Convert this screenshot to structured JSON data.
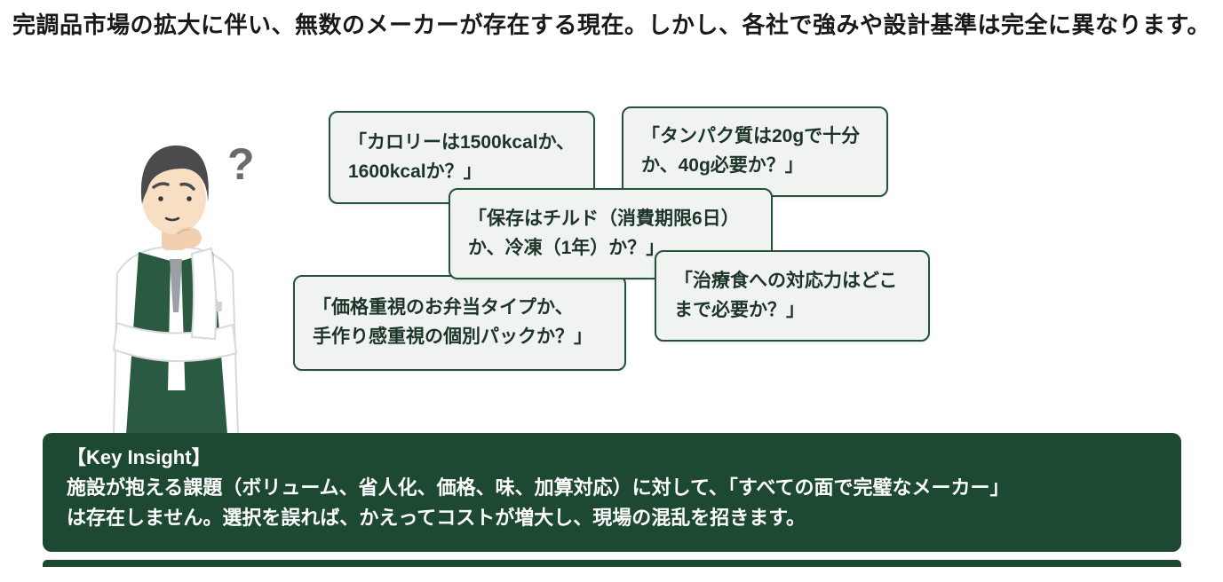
{
  "headline": "完調品市場の拡大に伴い、無数のメーカーが存在する現在。しかし、各社で強みや設計基準は完全に異なります。",
  "bubbles": [
    {
      "id": "calorie",
      "text": "「カロリーは1500kcalか、\n1600kcalか？」"
    },
    {
      "id": "protein",
      "text": "「タンパク質は20gで十分\nか、40g必要か？」"
    },
    {
      "id": "storage",
      "text": "「保存はチルド（消費期限6日）\nか、冷凍（1年）か？」"
    },
    {
      "id": "price",
      "text": "「価格重視のお弁当タイプか、\n手作り感重視の個別パックか？」"
    },
    {
      "id": "therapy",
      "text": "「治療食への対応力はどこ\nまで必要か？」"
    }
  ],
  "illustration": {
    "description": "thinking man with question mark",
    "question_mark": "?"
  },
  "key_insight": {
    "title": "【Key Insight】",
    "body": "施設が抱える課題（ボリューム、省人化、価格、味、加算対応）に対して、「すべての面で完璧なメーカー」\nは存在しません。選択を誤れば、かえってコストが増大し、現場の混乱を招きます。"
  },
  "colors": {
    "dark_green": "#1d4832",
    "card_border": "#24523c",
    "card_bg": "#f1f3f0",
    "card_text": "#1d3529",
    "headline_text": "#191919"
  }
}
